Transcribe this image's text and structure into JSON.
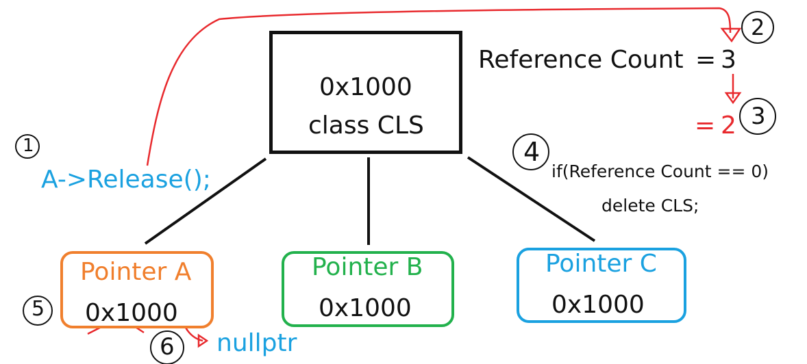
{
  "object": {
    "address": "0x1000",
    "label": "class CLS"
  },
  "refcount": {
    "label": "Reference Count",
    "eq": "=",
    "value": "3",
    "eq2": "=",
    "new_value": "2"
  },
  "condition": {
    "line1": "if(Reference Count == 0)",
    "line2": "delete CLS;"
  },
  "call": "A->Release();",
  "pointers": [
    {
      "label": "Pointer A",
      "value": "0x1000",
      "color": "#f07f2d"
    },
    {
      "label": "Pointer B",
      "value": "0x1000",
      "color": "#22b14c"
    },
    {
      "label": "Pointer C",
      "value": "0x1000",
      "color": "#1aa1e0"
    }
  ],
  "after": "nullptr",
  "steps": [
    "1",
    "2",
    "3",
    "4",
    "5",
    "6"
  ],
  "colors": {
    "ink": "#111111",
    "red": "#e8292d",
    "blue": "#1aa1e0"
  }
}
